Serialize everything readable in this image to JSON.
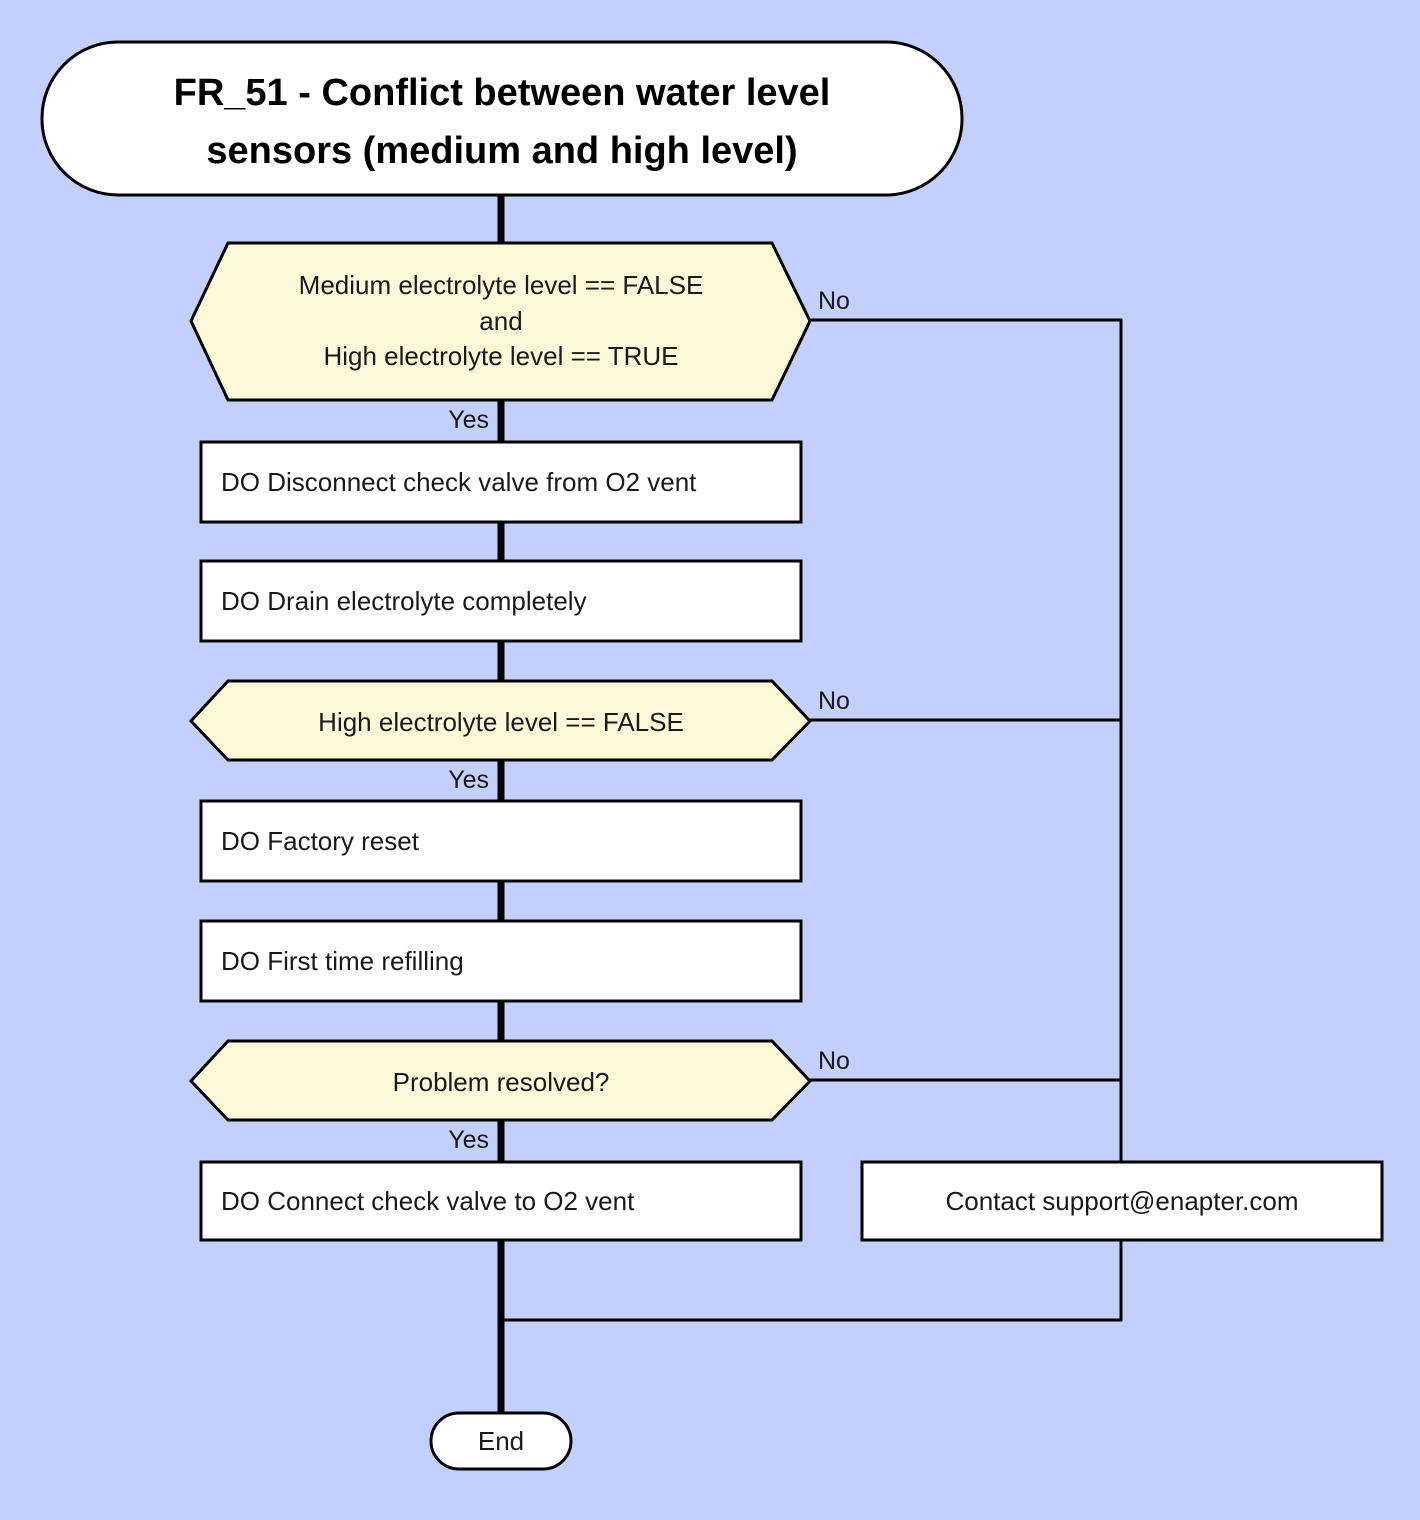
{
  "diagram": {
    "title": "FR_51 - Conflict between water level sensors (medium and high level)",
    "title_line1": "FR_51 - Conflict between water level",
    "title_line2": "sensors (medium and high level)",
    "background_color": "#c3d0fc",
    "decision_fill": "#fcf8d8",
    "node_fill": "#ffffff",
    "stroke_color": "#000000"
  },
  "nodes": {
    "start": {
      "label": "FR_51 - Conflict between water level sensors (medium and high level)",
      "shape": "terminator"
    },
    "decision1": {
      "shape": "decision",
      "line1": "Medium electrolyte level == FALSE",
      "line2": "and",
      "line3": "High electrolyte level == TRUE"
    },
    "process1": {
      "shape": "process",
      "label": "DO Disconnect check valve from O2 vent"
    },
    "process2": {
      "shape": "process",
      "label": "DO Drain electrolyte completely"
    },
    "decision2": {
      "shape": "decision",
      "line1": "High electrolyte level == FALSE"
    },
    "process3": {
      "shape": "process",
      "label": "DO Factory reset"
    },
    "process4": {
      "shape": "process",
      "label": "DO First time refilling"
    },
    "decision3": {
      "shape": "decision",
      "line1": "Problem resolved?"
    },
    "process5": {
      "shape": "process",
      "label": "DO Connect check valve to O2 vent"
    },
    "support": {
      "shape": "process",
      "label": "Contact support@enapter.com"
    },
    "end": {
      "shape": "terminator",
      "label": "End"
    }
  },
  "edge_labels": {
    "d1_yes": "Yes",
    "d1_no": "No",
    "d2_yes": "Yes",
    "d2_no": "No",
    "d3_yes": "Yes",
    "d3_no": "No"
  }
}
